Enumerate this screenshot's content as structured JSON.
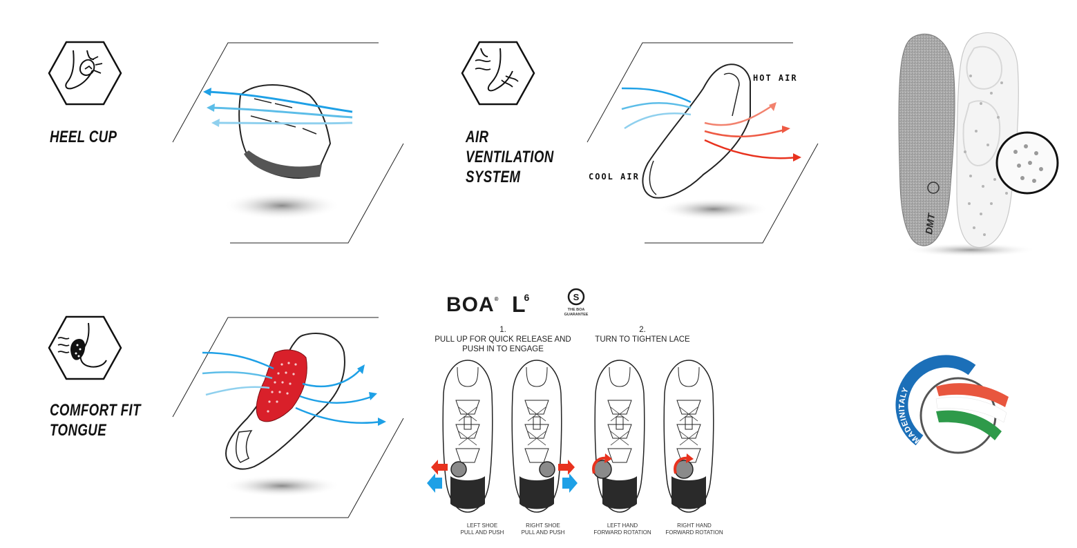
{
  "features": {
    "heel_cup": {
      "line1": "HEEL CUP"
    },
    "air_ventilation": {
      "line1": "AIR",
      "line2": "VENTILATION",
      "line3": "SYSTEM"
    },
    "comfort_tongue": {
      "line1": "COMFORT FIT",
      "line2": "TONGUE"
    }
  },
  "airflow": {
    "hot_label": "HOT AIR",
    "cool_label": "COOL AIR"
  },
  "boa": {
    "brand": "BOA",
    "brand_mark": "®",
    "model": "L",
    "model_sup": "6",
    "guarantee_line1": "THE BOA",
    "guarantee_line2": "GUARANTEE",
    "step1": {
      "number": "1.",
      "line1": "PULL UP FOR QUICK RELEASE AND",
      "line2": "PUSH IN TO ENGAGE"
    },
    "step2": {
      "number": "2.",
      "line1": "TURN TO TIGHTEN LACE"
    },
    "captions": [
      {
        "line1": "LEFT SHOE",
        "line2": "PULL AND PUSH"
      },
      {
        "line1": "RIGHT SHOE",
        "line2": "PULL AND PUSH"
      },
      {
        "line1": "LEFT HAND",
        "line2": "FORWARD ROTATION"
      },
      {
        "line1": "RIGHT HAND",
        "line2": "FORWARD ROTATION"
      }
    ]
  },
  "badge": {
    "text": "MADEINITALY"
  },
  "insole": {
    "brand_text": "DMT"
  },
  "colors": {
    "air_blue": "#1ea0e6",
    "hot_red": "#e8321e",
    "tongue_red": "#d9202a",
    "badge_blue": "#1b6fb8",
    "italy_green": "#2e9a4a"
  }
}
